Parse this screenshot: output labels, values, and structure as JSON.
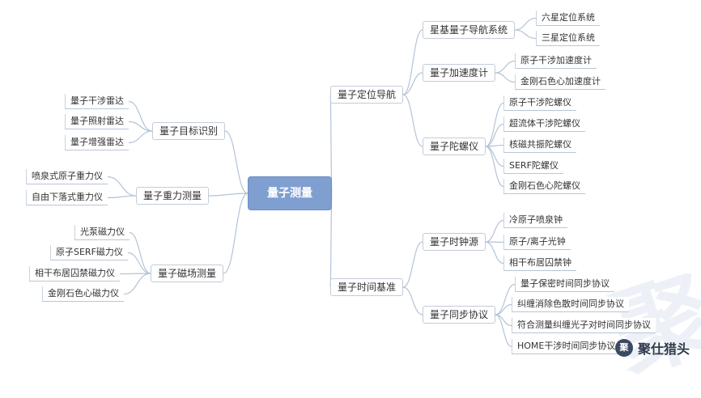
{
  "root": "量子测量",
  "branches": {
    "navigation": {
      "label": "量子定位导航",
      "children": [
        {
          "label": "星基量子导航系统",
          "leaves": [
            "六星定位系统",
            "三星定位系统"
          ]
        },
        {
          "label": "量子加速度计",
          "leaves": [
            "原子干涉加速度计",
            "金刚石色心加速度计"
          ]
        },
        {
          "label": "量子陀螺仪",
          "leaves": [
            "原子干涉陀螺仪",
            "超流体干涉陀螺仪",
            "核磁共振陀螺仪",
            "SERF陀螺仪",
            "金刚石色心陀螺仪"
          ]
        }
      ]
    },
    "time": {
      "label": "量子时间基准",
      "children": [
        {
          "label": "量子时钟源",
          "leaves": [
            "冷原子喷泉钟",
            "原子/离子光钟",
            "相干布居囚禁钟"
          ]
        },
        {
          "label": "量子同步协议",
          "leaves": [
            "量子保密时间同步协议",
            "纠缠消除色散时间同步协议",
            "符合测量纠缠光子对时间同步协议",
            "HOME干涉时间同步协议"
          ]
        }
      ]
    },
    "target": {
      "label": "量子目标识别",
      "leaves": [
        "量子干涉雷达",
        "量子照射雷达",
        "量子增强雷达"
      ]
    },
    "gravity": {
      "label": "量子重力测量",
      "leaves": [
        "喷泉式原子重力仪",
        "自由下落式重力仪"
      ]
    },
    "magnetic": {
      "label": "量子磁场测量",
      "leaves": [
        "光泵磁力仪",
        "原子SERF磁力仪",
        "相干布居囚禁磁力仪",
        "金刚石色心磁力仪"
      ]
    }
  },
  "watermark": {
    "text": "聚仕猎头",
    "logo": "聚"
  },
  "colors": {
    "root": "#7f9fd0",
    "line": "#b4c3d8",
    "border": "#c3ccd8"
  }
}
